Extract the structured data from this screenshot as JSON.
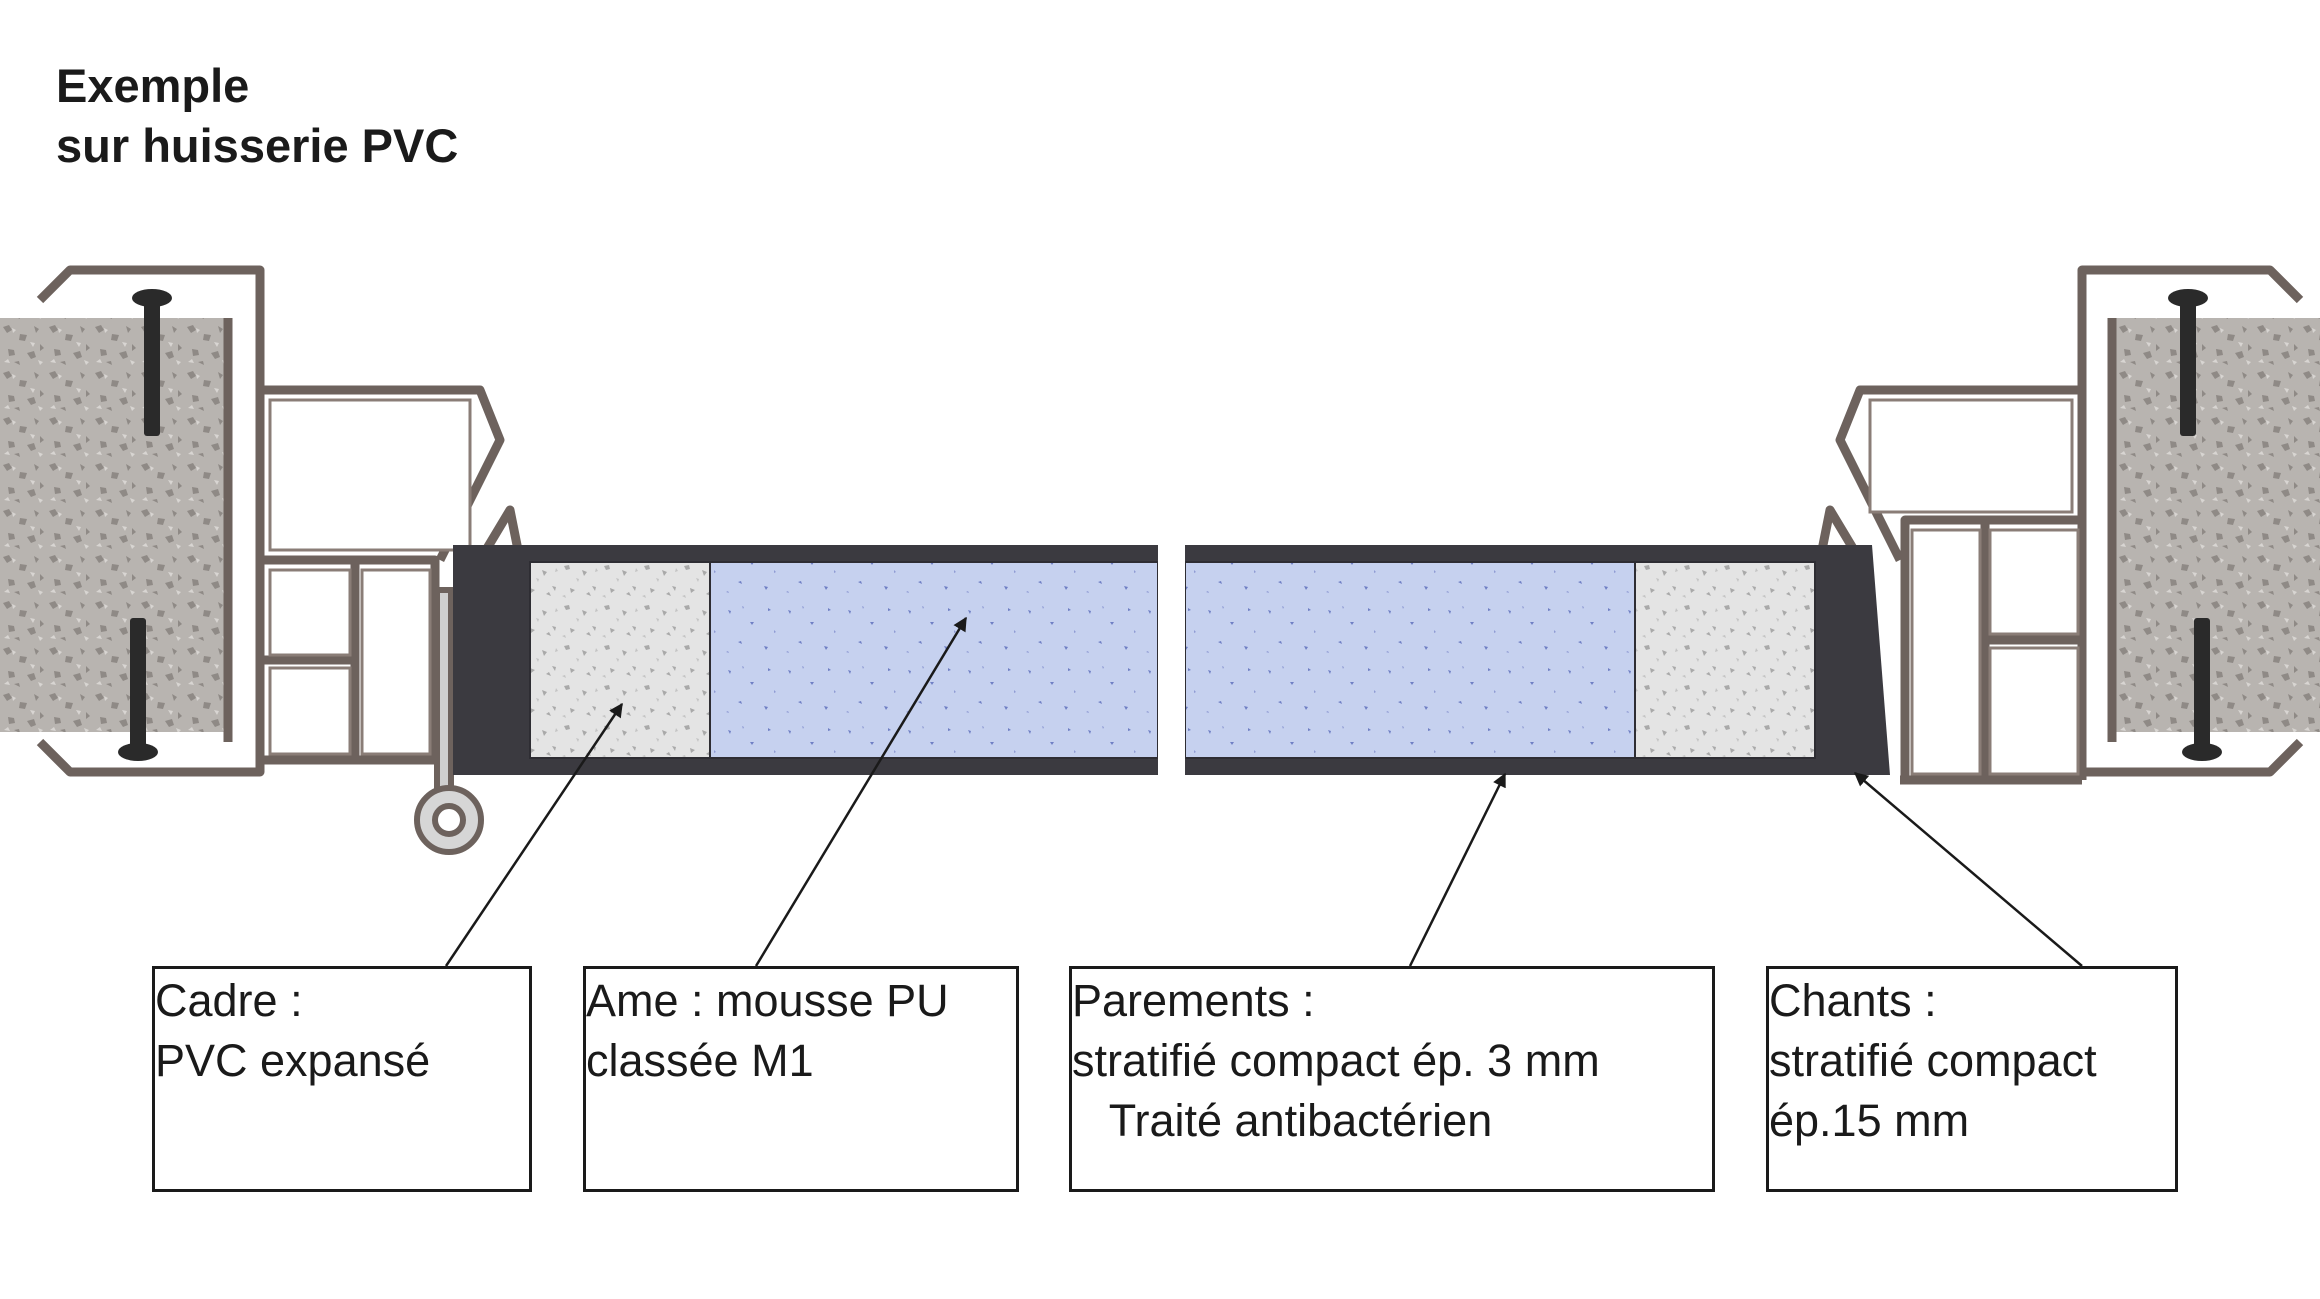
{
  "title": {
    "line1": "Exemple",
    "line2": "sur huisserie PVC"
  },
  "labels": [
    {
      "id": "cadre",
      "heading": "Cadre :",
      "lines": [
        "PVC expansé"
      ]
    },
    {
      "id": "ame",
      "heading": "Ame : mousse PU",
      "lines": [
        "classée M1"
      ]
    },
    {
      "id": "parements",
      "heading": "Parements :",
      "lines": [
        "stratifié compact ép. 3 mm",
        "   Traité antibactérien"
      ]
    },
    {
      "id": "chants",
      "heading": "Chants :",
      "lines": [
        "stratifié compact",
        "ép.15 mm"
      ]
    }
  ],
  "colors": {
    "wall": "#b5b1ad",
    "frame_profile": "#8a7d77",
    "laminate": "#3b3a40",
    "pvc_core": "#e2e2e2",
    "pu_foam": "#c5d0ee",
    "text": "#1a1a1a"
  }
}
